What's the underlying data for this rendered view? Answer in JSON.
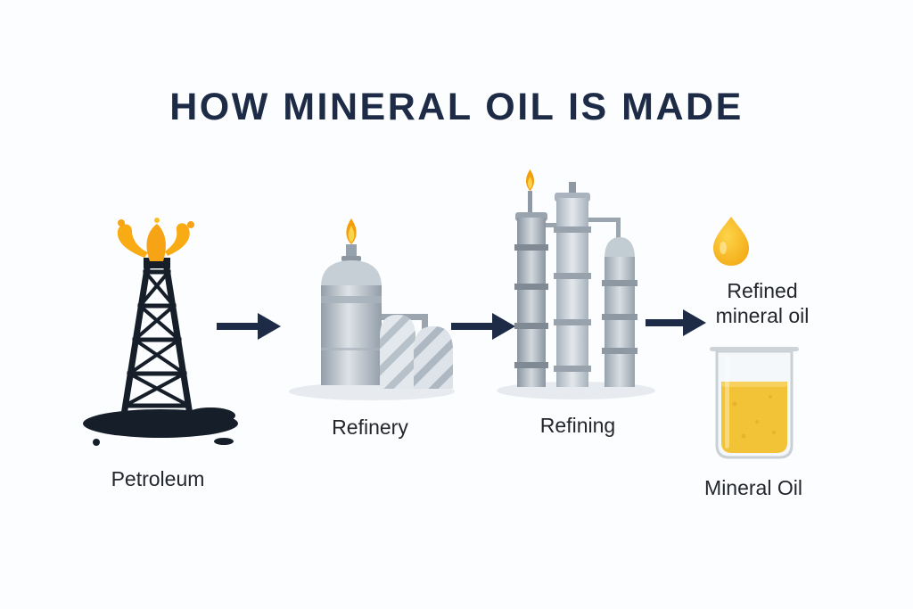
{
  "title": "HOW MINERAL OIL IS MADE",
  "stages": {
    "petroleum": {
      "label": "Petroleum"
    },
    "refinery": {
      "label": "Refinery"
    },
    "refining": {
      "label": "Refining"
    },
    "refined_mineral_oil": {
      "line1": "Refined",
      "line2": "mineral oil"
    },
    "mineral_oil": {
      "label": "Mineral Oil"
    }
  },
  "flow_order": [
    "Petroleum",
    "Refinery",
    "Refining",
    "Refined mineral oil",
    "Mineral Oil"
  ],
  "colors": {
    "title_text": "#1d2b47",
    "label_text": "#23262d",
    "arrow": "#1d2b47",
    "oil_splash": "#f6a316",
    "flame": "#f59e0b",
    "oil_drop": "#f5ae17",
    "beaker_liquid": "#f2c237",
    "derrick_and_puddle": "#161e2a",
    "machinery_gray": "#aab4be",
    "background": "#fcfdfe"
  }
}
